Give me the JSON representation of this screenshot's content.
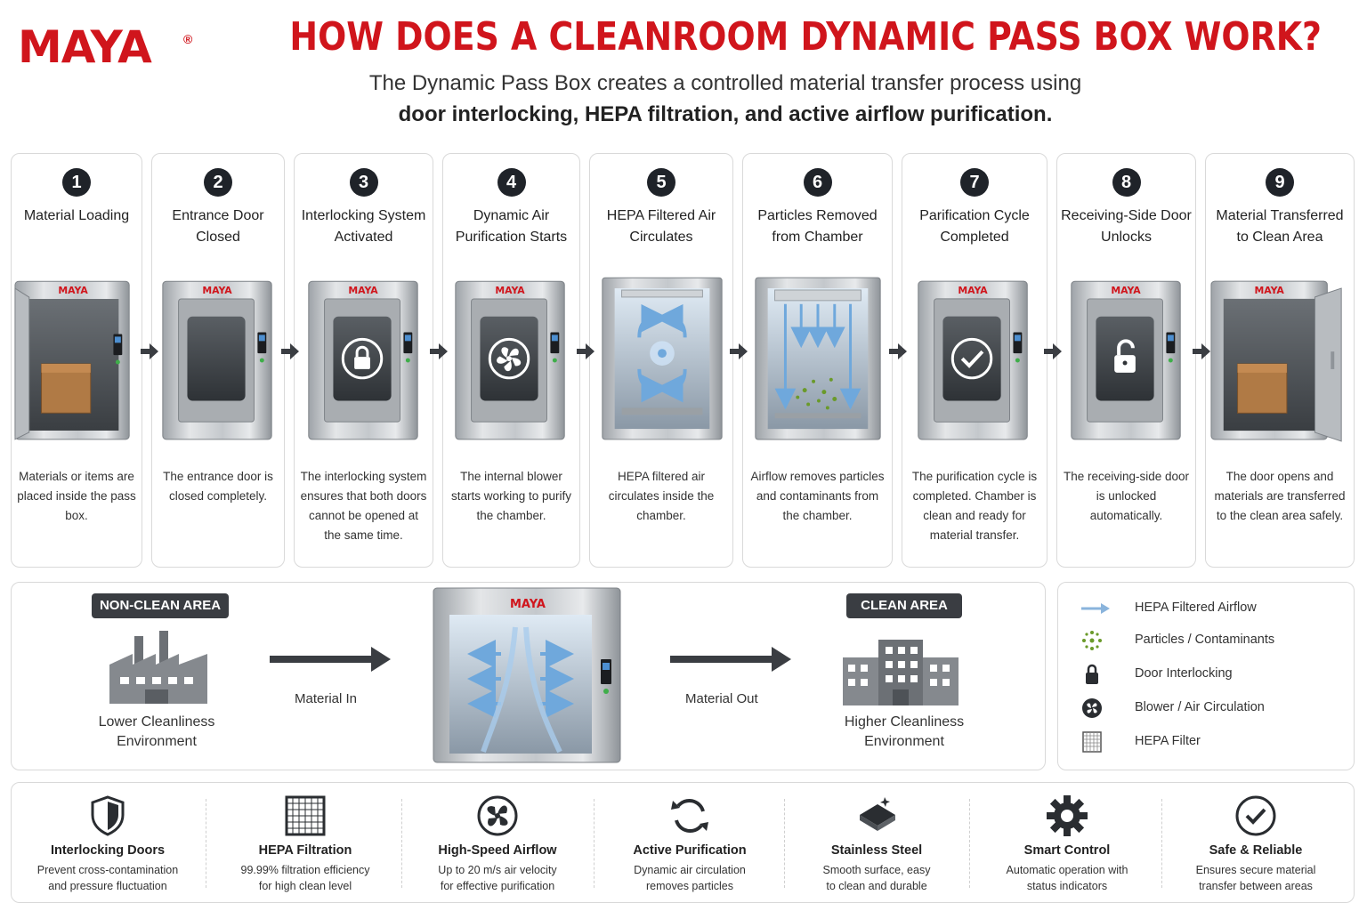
{
  "header": {
    "logo_text": "MAYA",
    "logo_reg": "®",
    "title": "HOW DOES A CLEANROOM DYNAMIC PASS BOX WORK?",
    "subtitle_line1": "The Dynamic Pass Box creates a controlled material transfer process using",
    "subtitle_line2": "door interlocking, HEPA filtration, and active airflow purification."
  },
  "steps": [
    {
      "num": "1",
      "title": "Material Loading",
      "desc": "Materials or items are placed inside the pass box."
    },
    {
      "num": "2",
      "title": "Entrance Door Closed",
      "desc": "The entrance door is closed completely."
    },
    {
      "num": "3",
      "title": "Interlocking System Activated",
      "desc": "The interlocking system ensures that both doors cannot be opened at the same time."
    },
    {
      "num": "4",
      "title": "Dynamic Air Purification Starts",
      "desc": "The internal blower starts working to purify the chamber."
    },
    {
      "num": "5",
      "title": "HEPA Filtered Air Circulates",
      "desc": "HEPA filtered air circulates inside the chamber."
    },
    {
      "num": "6",
      "title": "Particles Removed from Chamber",
      "desc": "Airflow removes particles and contaminants from the chamber."
    },
    {
      "num": "7",
      "title": "Parification Cycle Completed",
      "desc": "The purification cycle is completed. Chamber is clean and ready for material transfer."
    },
    {
      "num": "8",
      "title": "Receiving-Side Door Unlocks",
      "desc": "The receiving-side door is unlocked automatically."
    },
    {
      "num": "9",
      "title": "Material Transferred to Clean Area",
      "desc": "The door opens and materials are transferred to the clean area safely."
    }
  ],
  "flow": {
    "non_clean_badge": "NON-CLEAN AREA",
    "non_clean_label": "Lower Cleanliness Environment",
    "material_in": "Material In",
    "material_out": "Material Out",
    "clean_badge": "CLEAN AREA",
    "clean_label": "Higher Cleanliness Environment"
  },
  "legend": [
    {
      "icon": "airflow-arrow-icon",
      "label": "HEPA Filtered Airflow"
    },
    {
      "icon": "particles-icon",
      "label": "Particles / Contaminants"
    },
    {
      "icon": "lock-icon",
      "label": "Door Interlocking"
    },
    {
      "icon": "fan-icon",
      "label": "Blower / Air Circulation"
    },
    {
      "icon": "filter-grid-icon",
      "label": "HEPA Filter"
    }
  ],
  "features": [
    {
      "icon": "shield-icon",
      "title": "Interlocking Doors",
      "desc1": "Prevent cross-contamination",
      "desc2": "and pressure fluctuation"
    },
    {
      "icon": "filter-grid-icon",
      "title": "HEPA Filtration",
      "desc1": "99.99% filtration efficiency",
      "desc2": "for high clean level"
    },
    {
      "icon": "fan-icon",
      "title": "High-Speed Airflow",
      "desc1": "Up to 20 m/s air velocity",
      "desc2": "for effective purification"
    },
    {
      "icon": "refresh-icon",
      "title": "Active Purification",
      "desc1": "Dynamic air circulation",
      "desc2": "removes particles"
    },
    {
      "icon": "steel-plate-icon",
      "title": "Stainless Steel",
      "desc1": "Smooth surface, easy",
      "desc2": "to clean and durable"
    },
    {
      "icon": "gear-icon",
      "title": "Smart Control",
      "desc1": "Automatic operation with",
      "desc2": "status indicators"
    },
    {
      "icon": "check-circle-icon",
      "title": "Safe & Reliable",
      "desc1": "Ensures secure material",
      "desc2": "transfer between areas"
    }
  ],
  "colors": {
    "brand_red": "#d0151c",
    "dark": "#1f2329",
    "airflow_blue": "#6fa8dc",
    "particle_green": "#6a9a2a"
  }
}
